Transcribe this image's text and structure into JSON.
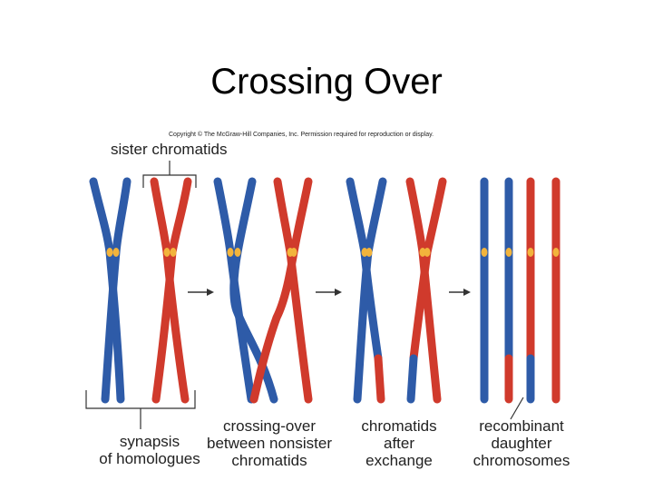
{
  "title": "Crossing Over",
  "copyright": "Copyright © The McGraw-Hill Companies, Inc. Permission required for reproduction or display.",
  "labels": {
    "sister_chromatids": "sister chromatids",
    "synapsis": [
      "synapsis",
      "of homologues"
    ],
    "crossing_over": [
      "crossing-over",
      "between nonsister",
      "chromatids"
    ],
    "after_exchange": [
      "chromatids",
      "after",
      "exchange"
    ],
    "recombinant": [
      "recombinant",
      "daughter",
      "chromosomes"
    ]
  },
  "colors": {
    "blue": "#2e5ba8",
    "red": "#d03a2c",
    "centromere": "#f2b43c",
    "arrow": "#333333",
    "bracket": "#333333"
  }
}
